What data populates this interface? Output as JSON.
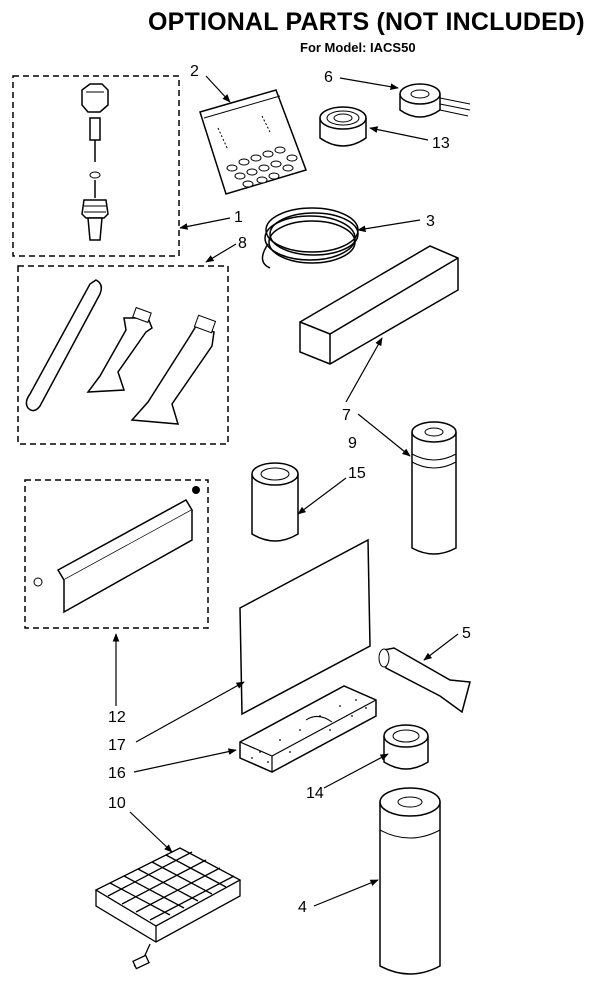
{
  "header": {
    "title": "OPTIONAL PARTS (NOT INCLUDED)",
    "subtitle": "For Model: IACS50"
  },
  "callouts": {
    "p1": "1",
    "p2": "2",
    "p3": "3",
    "p4": "4",
    "p5": "5",
    "p6": "6",
    "p7": "7",
    "p8": "8",
    "p9": "9",
    "p10": "10",
    "p12": "12",
    "p13": "13",
    "p14": "14",
    "p15": "15",
    "p16": "16",
    "p17": "17"
  }
}
